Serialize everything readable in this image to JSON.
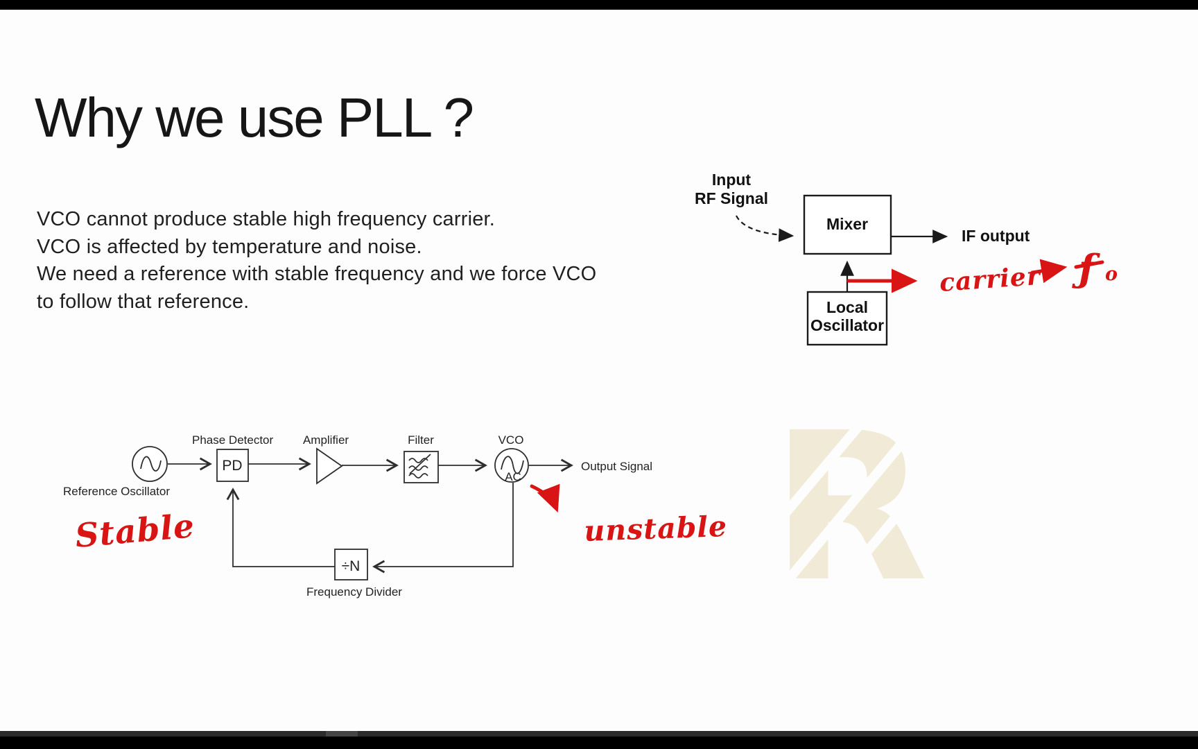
{
  "slide": {
    "title": "Why we use PLL ?",
    "body_lines": [
      "VCO cannot produce stable high frequency carrier.",
      "VCO is affected by temperature and noise.",
      "We need a reference with stable frequency and we force VCO",
      "to follow that reference."
    ]
  },
  "mixer_diagram": {
    "input_line1": "Input",
    "input_line2": "RF Signal",
    "mixer": "Mixer",
    "if_output": "IF output",
    "lo_line1": "Local",
    "lo_line2": "Oscillator",
    "carrier_note": "carrier",
    "fo_f": "ƒ",
    "fo_o": "o"
  },
  "pll_diagram": {
    "reference_oscillator": "Reference Oscillator",
    "phase_detector": "Phase Detector",
    "pd": "PD",
    "amplifier": "Amplifier",
    "filter": "Filter",
    "vco": "VCO",
    "ac": "AC",
    "output_signal": "Output Signal",
    "divider": "÷N",
    "frequency_divider": "Frequency Divider",
    "stable_note": "Stable",
    "unstable_note": "unstable"
  },
  "watermark": {
    "letter": "R"
  },
  "colors": {
    "annotation_red": "#d91414",
    "diagram_stroke": "#2d2d2d",
    "text_black": "#1c1c1c",
    "watermark_cream": "#f1ead6",
    "letterbox_black": "#000000"
  }
}
